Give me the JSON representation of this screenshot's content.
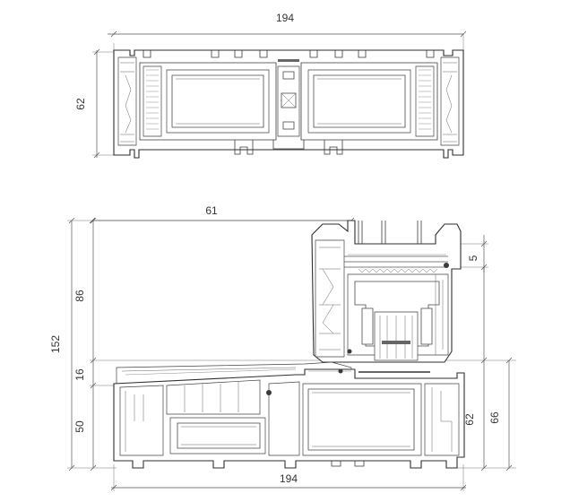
{
  "top_section": {
    "width_label": "194",
    "height_label": "62"
  },
  "bottom_section": {
    "top_width_label": "61",
    "overall_height_label": "152",
    "upper_height_label": "86",
    "gap_label": "16",
    "lower_height_label": "50",
    "bottom_width_label": "194",
    "right_small_label": "5",
    "right_height_62_label": "62",
    "right_height_66_label": "66"
  },
  "colors": {
    "line": "#2e2e2e",
    "dimension": "#555555",
    "background": "#ffffff"
  }
}
